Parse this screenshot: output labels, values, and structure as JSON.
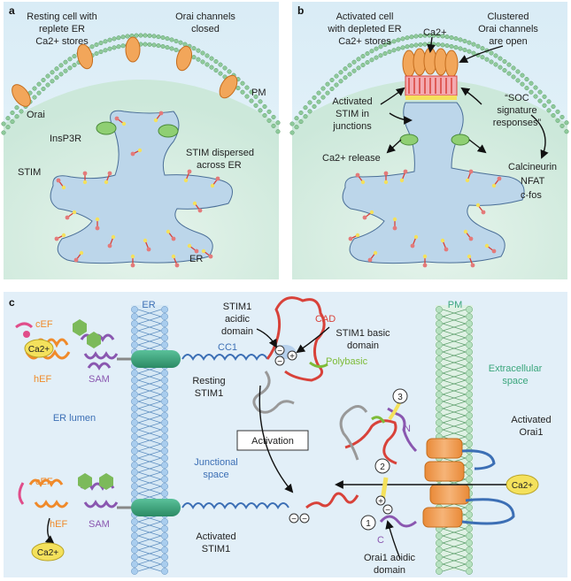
{
  "panel_a": {
    "letter": "a",
    "resting_line1": "Resting cell with",
    "resting_line2": "replete ER",
    "resting_line3": "Ca2+ stores",
    "orai_closed_line1": "Orai channels",
    "orai_closed_line2": "closed",
    "pm": "PM",
    "orai": "Orai",
    "insp3r": "InsP3R",
    "stim": "STIM",
    "stim_dispersed_line1": "STIM dispersed",
    "stim_dispersed_line2": "across ER",
    "er": "ER"
  },
  "panel_b": {
    "letter": "b",
    "activated_line1": "Activated cell",
    "activated_line2": "with depleted ER",
    "activated_line3": "Ca2+ stores",
    "ca": "Ca2+",
    "clustered_line1": "Clustered",
    "clustered_line2": "Orai channels",
    "clustered_line3": "are open",
    "activated_stim_line1": "Activated",
    "activated_stim_line2": "STIM in",
    "activated_stim_line3": "junctions",
    "soc_line1": "“SOC",
    "soc_line2": "signature",
    "soc_line3": "responses”",
    "ca_release": "Ca2+ release",
    "calcineurin": "Calcineurin",
    "nfat": "NFAT",
    "cfos": "c-fos"
  },
  "panel_c": {
    "letter": "c",
    "er": "ER",
    "pm": "PM",
    "stim1_acidic_line1": "STIM1",
    "stim1_acidic_line2": "acidic",
    "stim1_acidic_line3": "domain",
    "cad": "CAD",
    "stim1_basic_line1": "STIM1 basic",
    "stim1_basic_line2": "domain",
    "cef": "cEF",
    "ca": "Ca2+",
    "hef": "hEF",
    "sam": "SAM",
    "cc1": "CC1",
    "polybasic": "Polybasic",
    "extracellular_line1": "Extracellular",
    "extracellular_line2": "space",
    "resting_stim1_line1": "Resting",
    "resting_stim1_line2": "STIM1",
    "er_lumen": "ER lumen",
    "activation": "Activation",
    "activated_orai1_line1": "Activated",
    "activated_orai1_line2": "Orai1",
    "n": "N",
    "c": "C",
    "junctional_line1": "Junctional",
    "junctional_line2": "space",
    "activated_stim1_line1": "Activated",
    "activated_stim1_line2": "STIM1",
    "orai1_acidic_line1": "Orai1 acidic",
    "orai1_acidic_line2": "domain",
    "num1": "1",
    "num2": "2",
    "num3": "3",
    "minus": "−",
    "plus": "+"
  },
  "colors": {
    "cytosol_bg": "#dcefe6",
    "extracellular_bg": "#dcecf5",
    "er_fill": "#bcd6ea",
    "orai_orange": "#f2a65a",
    "stim_red": "#d8423a",
    "coil_blue": "#3c6fb5",
    "sam_purple": "#8a57b0",
    "hef_orange": "#f08a2a",
    "ca_yellow": "#f4e15c",
    "tm_green": "#3aa67c",
    "polybasic_green": "#7dbb37",
    "pm_green": "#8fca9b"
  }
}
